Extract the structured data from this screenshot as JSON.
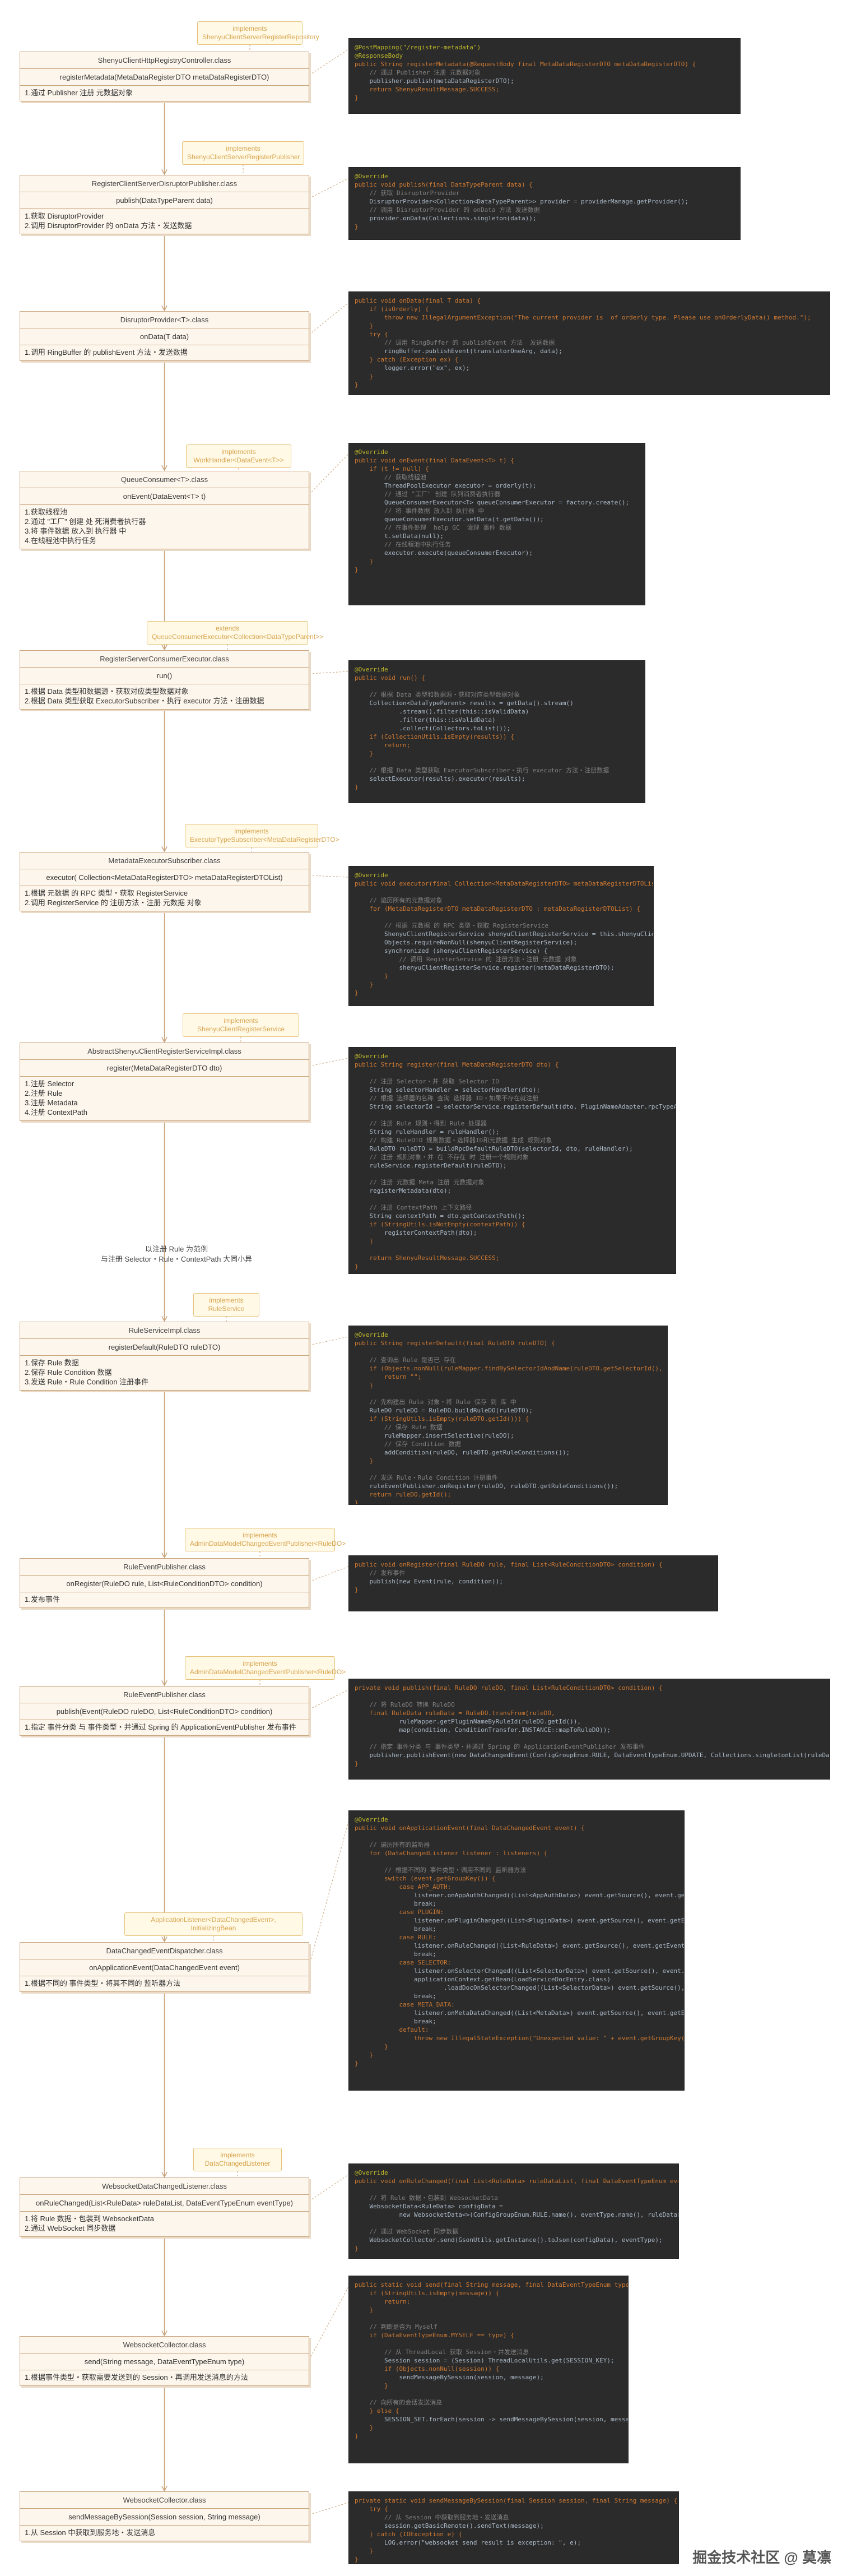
{
  "nodes": [
    {
      "title": "ShenyuClientHttpRegistryController.class",
      "method": "registerMetadata(MetaDataRegisterDTO metaDataRegisterDTO)",
      "notes": [
        "1.通过 Publisher 注册 元数据对象"
      ]
    },
    {
      "title": "RegisterClientServerDisruptorPublisher.class",
      "method": "publish(DataTypeParent data)",
      "notes": [
        "1.获取 DisruptorProvider",
        "2.调用 DisruptorProvider 的 onData 方法・发送数据"
      ]
    },
    {
      "title": "DisruptorProvider<T>.class",
      "method": "onData(T data)",
      "notes": [
        "1.调用 RingBuffer 的 publishEvent 方法・发送数据"
      ]
    },
    {
      "title": "QueueConsumer<T>.class",
      "method": "onEvent(DataEvent<T> t)",
      "notes": [
        "1.获取线程池",
        "2.通过 \"工厂\" 创建 处 死消费者执行器",
        "3.将 事件数据 放入到 执行器 中",
        "4.在线程池中执行任务"
      ]
    },
    {
      "title": "RegisterServerConsumerExecutor.class",
      "method": "run()",
      "notes": [
        "1.根据 Data 类型和数据源・获取对应类型数据对象",
        "2.根据 Data 类型获取 ExecutorSubscriber・执行 executor 方法・注册数据"
      ]
    },
    {
      "title": "MetadataExecutorSubscriber.class",
      "method": "executor( Collection<MetaDataRegisterDTO> metaDataRegisterDTOList)",
      "notes": [
        "1.根据 元数据 的 RPC 类型・获取 RegisterService",
        "2.调用 RegisterService 的 注册方法・注册 元数据 对象"
      ]
    },
    {
      "title": "AbstractShenyuClientRegisterServiceImpl.class",
      "method": "register(MetaDataRegisterDTO dto)",
      "notes": [
        "1.注册 Selector",
        "2.注册 Rule",
        "3.注册 Metadata",
        "4.注册 ContextPath"
      ]
    },
    {
      "title": "RuleServiceImpl.class",
      "method": "registerDefault(RuleDTO ruleDTO)",
      "notes": [
        "1.保存 Rule 数据",
        "2.保存 Rule Condition 数据",
        "3.发送 Rule・Rule Condition 注册事件"
      ]
    },
    {
      "title": "RuleEventPublisher.class",
      "method": "onRegister(RuleDO rule, List<RuleConditionDTO> condition)",
      "notes": [
        "1.发布事件"
      ]
    },
    {
      "title": "RuleEventPublisher.class",
      "method": "publish(Event(RuleDO ruleDO, List<RuleConditionDTO> condition)",
      "notes": [
        "1.指定 事件分类 与 事件类型・并通过 Spring 的 ApplicationEventPublisher 发布事件"
      ]
    },
    {
      "title": "DataChangedEventDispatcher.class",
      "method": "onApplicationEvent(DataChangedEvent event)",
      "notes": [
        "1.根据不同的 事件类型・将其不同的 监听器方法"
      ]
    },
    {
      "title": "WebsocketDataChangedListener.class",
      "method": "onRuleChanged(List<RuleData> ruleDataList, DataEventTypeEnum eventType)",
      "notes": [
        "1.将 Rule 数据・包装到 WebsocketData",
        "2.通过 WebSocket 同步数据"
      ]
    },
    {
      "title": "WebsocketCollector.class",
      "method": "send(String message, DataEventTypeEnum type)",
      "notes": [
        "1.根据事件类型・获取需要发送到的 Session・再调用发送消息的方法"
      ]
    },
    {
      "title": "WebsocketCollector.class",
      "method": "sendMessageBySession(Session session, String message)",
      "notes": [
        "1.从 Session 中获取到服务地・发送消息"
      ]
    }
  ],
  "interfaces": [
    [
      "implements",
      "ShenyuClientServerRegisterRepository"
    ],
    [
      "implements",
      "ShenyuClientServerRegisterPublisher"
    ],
    [
      "implements",
      "WorkHandler<DataEvent<T>>"
    ],
    [
      "extends",
      "QueueConsumerExecutor<Collection<DataTypeParent>>"
    ],
    [
      "implements",
      "ExecutorTypeSubscriber<MetaDataRegisterDTO>"
    ],
    [
      "implements",
      "ShenyuClientRegisterService"
    ],
    [
      "implements",
      "RuleService"
    ],
    [
      "implements",
      "AdminDataModelChangedEventPublisher<RuleDO>"
    ],
    [
      "implements",
      "AdminDataModelChangedEventPublisher<RuleDO>"
    ],
    [
      "ApplicationListener<DataChangedEvent>, InitializingBean"
    ],
    [
      "implements",
      "DataChangedListener"
    ]
  ],
  "annotation": [
    "以注册 Rule 为范例",
    "与注册 Selector・Rule・ContextPath 大同小异"
  ],
  "footer": "掘金技术社区 @ 莫凛",
  "code_blocks": [
    [
      "@PostMapping(\"/register-metadata\")",
      "@ResponseBody",
      "public String registerMetadata(@RequestBody final MetaDataRegisterDTO metaDataRegisterDTO) {",
      "    // 通过 Publisher 注册 元数据对象",
      "    publisher.publish(metaDataRegisterDTO);",
      "    return ShenyuResultMessage.SUCCESS;",
      "}"
    ],
    [
      "@Override",
      "public void publish(final DataTypeParent data) {",
      "    // 获取 DisruptorProvider",
      "    DisruptorProvider<Collection<DataTypeParent>> provider = providerManage.getProvider();",
      "    // 调用 DisruptorProvider 的 onData 方法 发送数据",
      "    provider.onData(Collections.singleton(data));",
      "}"
    ],
    [
      "public void onData(final T data) {",
      "    if (isOrderly) {",
      "        throw new IllegalArgumentException(\"The current provider is  of orderly type. Please use onOrderlyData() method.\");",
      "    }",
      "    try {",
      "        // 调用 RingBuffer 的 publishEvent 方法  发送数据",
      "        ringBuffer.publishEvent(translatorOneArg, data);",
      "    } catch (Exception ex) {",
      "        logger.error(\"ex\", ex);",
      "    }",
      "}"
    ],
    [
      "@Override",
      "public void onEvent(final DataEvent<T> t) {",
      "    if (t != null) {",
      "        // 获取线程池",
      "        ThreadPoolExecutor executor = orderly(t);",
      "        // 通过 \"工厂\" 创建 队列消费者执行器",
      "        QueueConsumerExecutor<T> queueConsumerExecutor = factory.create();",
      "        // 将 事件数据 放入到 执行器 中",
      "        queueConsumerExecutor.setData(t.getData());",
      "        // 在事件处理  help GC  清理 事件 数据",
      "        t.setData(null);",
      "        // 在线程池中执行任务",
      "        executor.execute(queueConsumerExecutor);",
      "    }",
      "}"
    ],
    [
      "@Override",
      "public void run() {",
      "",
      "    // 根据 Data 类型和数据源・获取对应类型数据对象",
      "    Collection<DataTypeParent> results = getData().stream()",
      "            .stream().filter(this::isValidData)",
      "            .filter(this::isValidData)",
      "            .collect(Collectors.toList());",
      "    if (CollectionUtils.isEmpty(results)) {",
      "        return;",
      "    }",
      "",
      "    // 根据 Data 类型获取 ExecutorSubscriber・执行 executor 方法・注册数据",
      "    selectExecutor(results).executor(results);",
      "}"
    ],
    [
      "@Override",
      "public void executor(final Collection<MetaDataRegisterDTO> metaDataRegisterDTOList) {",
      "",
      "    // 遍历所有的元数据对象",
      "    for (MetaDataRegisterDTO metaDataRegisterDTO : metaDataRegisterDTOList) {",
      "",
      "        // 根据 元数据 的 RPC 类型・获取 RegisterService",
      "        ShenyuClientRegisterService shenyuClientRegisterService = this.shenyuClientRegisterService.get(metaDataRegisterDTO.getRpcType());",
      "        Objects.requireNonNull(shenyuClientRegisterService);",
      "        synchronized (shenyuClientRegisterService) {",
      "            // 调用 RegisterService 的 注册方法・注册 元数据 对象",
      "            shenyuClientRegisterService.register(metaDataRegisterDTO);",
      "        }",
      "    }",
      "}"
    ],
    [
      "@Override",
      "public String register(final MetaDataRegisterDTO dto) {",
      "",
      "    // 注册 Selector・并 获取 Selector ID",
      "    String selectorHandler = selectorHandler(dto);",
      "    // 根据 选择器的名称 查询 选择器 ID・如果不存在就注册",
      "    String selectorId = selectorService.registerDefault(dto, PluginNameAdapter.rpcTypeAdapter(rpcType()), selectorHandler);",
      "",
      "    // 注册 Rule 规则・得到 Rule 处理器",
      "    String ruleHandler = ruleHandler();",
      "    // 构建 RuleDTO 规则数据・选择器ID和元数据 生成 规则对象",
      "    RuleDTO ruleDTO = buildRpcDefaultRuleDTO(selectorId, dto, ruleHandler);",
      "    // 注册 规则对象・并 在 不存在 时 注册一个规则对象",
      "    ruleService.registerDefault(ruleDTO);",
      "",
      "    // 注册 元数据 Meta 注册 元数据对象",
      "    registerMetadata(dto);",
      "",
      "    // 注册 ContextPath 上下文路径",
      "    String contextPath = dto.getContextPath();",
      "    if (StringUtils.isNotEmpty(contextPath)) {",
      "        registerContextPath(dto);",
      "    }",
      "",
      "    return ShenyuResultMessage.SUCCESS;",
      "}"
    ],
    [
      "@Override",
      "public String registerDefault(final RuleDTO ruleDTO) {",
      "",
      "    // 查询出 Rule 是否已 存在",
      "    if (Objects.nonNull(ruleMapper.findBySelectorIdAndName(ruleDTO.getSelectorId(), ruleDTO.getName()))) {",
      "        return \"\";",
      "    }",
      "",
      "    // 先构建出 Rule 对象・将 Rule 保存 到 库 中",
      "    RuleDO ruleDO = RuleDO.buildRuleDO(ruleDTO);",
      "    if (StringUtils.isEmpty(ruleDTO.getId())) {",
      "        // 保存 Rule 数据",
      "        ruleMapper.insertSelective(ruleDO);",
      "        // 保存 Condition 数据",
      "        addCondition(ruleDO, ruleDTO.getRuleConditions());",
      "    }",
      "",
      "    // 发送 Rule・Rule Condition 注册事件",
      "    ruleEventPublisher.onRegister(ruleDO, ruleDTO.getRuleConditions());",
      "    return ruleDO.getId();",
      "}"
    ],
    [
      "public void onRegister(final RuleDO rule, final List<RuleConditionDTO> condition) {",
      "    // 发布事件",
      "    publish(new Event(rule, condition));",
      "}"
    ],
    [
      "private void publish(final RuleDO ruleDO, final List<RuleConditionDTO> condition) {",
      "",
      "    // 将 RuleDO 转换 RuleDO",
      "    final RuleData ruleData = RuleDO.transFrom(ruleDO,",
      "            ruleMapper.getPluginNameByRuleId(ruleDO.getId()),",
      "            map(condition, ConditionTransfer.INSTANCE::mapToRuleDO));",
      "",
      "    // 指定 事件分类 与 事件类型・并通过 Spring 的 ApplicationEventPublisher 发布事件",
      "    publisher.publishEvent(new DataChangedEvent(ConfigGroupEnum.RULE, DataEventTypeEnum.UPDATE, Collections.singletonList(ruleData)));",
      "}"
    ],
    [
      "@Override",
      "public void onApplicationEvent(final DataChangedEvent event) {",
      "",
      "    // 遍历所有的监听器",
      "    for (DataChangedListener listener : listeners) {",
      "",
      "        // 根据不同的 事件类型・调用不同的 监听器方法",
      "        switch (event.getGroupKey()) {",
      "            case APP_AUTH:",
      "                listener.onAppAuthChanged((List<AppAuthData>) event.getSource(), event.getEventType());",
      "                break;",
      "            case PLUGIN:",
      "                listener.onPluginChanged((List<PluginData>) event.getSource(), event.getEventType());",
      "                break;",
      "            case RULE:",
      "                listener.onRuleChanged((List<RuleData>) event.getSource(), event.getEventType());",
      "                break;",
      "            case SELECTOR:",
      "                listener.onSelectorChanged((List<SelectorData>) event.getSource(), event.getEventType());",
      "                applicationContext.getBean(LoadServiceDocEntry.class)",
      "                        .loadDocOnSelectorChanged((List<SelectorData>) event.getSource(), event.getEventType());",
      "                break;",
      "            case META_DATA:",
      "                listener.onMetaDataChanged((List<MetaData>) event.getSource(), event.getEventType());",
      "                break;",
      "            default:",
      "                throw new IllegalStateException(\"Unexpected value: \" + event.getGroupKey());",
      "        }",
      "    }",
      "}"
    ],
    [
      "@Override",
      "public void onRuleChanged(final List<RuleData> ruleDataList, final DataEventTypeEnum eventType) {",
      "",
      "    // 将 Rule 数据・包装到 WebsocketData",
      "    WebsocketData<RuleData> configData =",
      "            new WebsocketData<>(ConfigGroupEnum.RULE.name(), eventType.name(), ruleDataList);",
      "",
      "    // 通过 WebSocket 同步数据",
      "    WebsocketCollector.send(GsonUtils.getInstance().toJson(configData), eventType);",
      "}"
    ],
    [
      "public static void send(final String message, final DataEventTypeEnum type) {",
      "    if (StringUtils.isEmpty(message)) {",
      "        return;",
      "    }",
      "",
      "    // 判断是否为 Myself",
      "    if (DataEventTypeEnum.MYSELF == type) {",
      "",
      "        // 从 ThreadLocal 获取 Session・并发送消息",
      "        Session session = (Session) ThreadLocalUtils.get(SESSION_KEY);",
      "        if (Objects.nonNull(session)) {",
      "            sendMessageBySession(session, message);",
      "        }",
      "",
      "    // 向所有的会话发送消息",
      "    } else {",
      "        SESSION_SET.forEach(session -> sendMessageBySession(session, message));",
      "    }",
      "}"
    ],
    [
      "private static void sendMessageBySession(final Session session, final String message) {",
      "    try {",
      "        // 从 Session 中获取到服务地・发送消息",
      "        session.getBasicRemote().sendText(message);",
      "    } catch (IOException e) {",
      "        LOG.error(\"websocket send result is exception: \", e);",
      "    }",
      "}"
    ]
  ]
}
